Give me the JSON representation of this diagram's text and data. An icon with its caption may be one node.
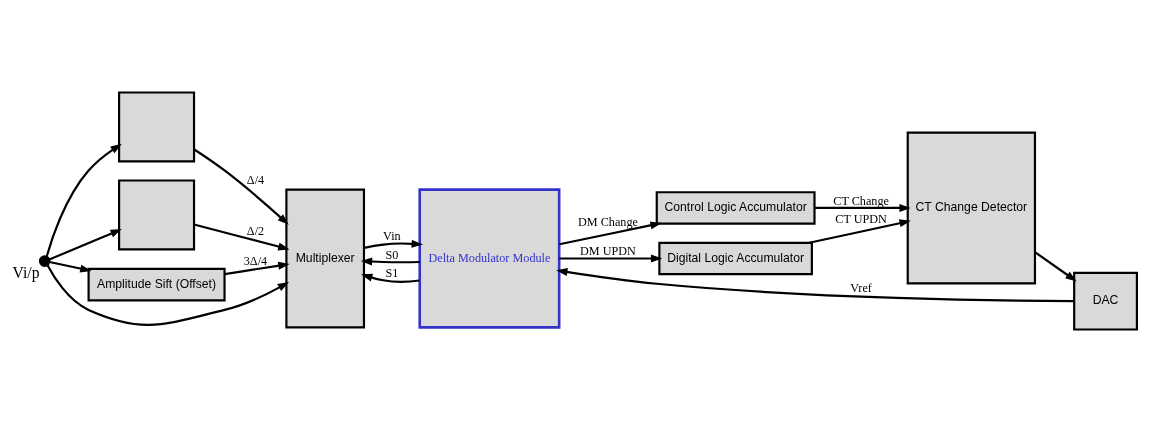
{
  "diagram": {
    "nodes": [
      {
        "text": [],
        "shape": "circle",
        "beside": [
          "Vi/p"
        ]
      },
      {
        "text": [],
        "shape": "box"
      },
      {
        "text": [],
        "shape": "box"
      },
      {
        "text": [
          "Amplitude Sift (Offset)"
        ]
      },
      {
        "text": [
          "Multiplexer"
        ]
      },
      {
        "text": [
          "Delta Modulator Module"
        ]
      },
      {
        "text": [
          "Control Logic Accumulator"
        ]
      },
      {
        "text": [
          "Digital Logic Accumulator"
        ]
      },
      {
        "text": [
          "CT Change Detector"
        ]
      },
      {
        "text": [
          "DAC"
        ]
      }
    ],
    "edges": [
      {
        "from": 0,
        "to": 4,
        "arrow": "to"
      },
      {
        "from": 0,
        "to": 1,
        "arrow": "to"
      },
      {
        "from": 0,
        "to": 2,
        "arrow": "to"
      },
      {
        "from": 0,
        "to": 3,
        "arrow": "to"
      },
      {
        "from": 1,
        "to": 4,
        "arrow": "to",
        "label": "Δ/4"
      },
      {
        "from": 2,
        "to": 4,
        "arrow": "to",
        "label": "Δ/2"
      },
      {
        "from": 3,
        "to": 4,
        "arrow": "to",
        "label": "3Δ/4"
      },
      {
        "from": 4,
        "to": 5,
        "arrow": "to",
        "label": "Vin"
      },
      {
        "from": 9,
        "to": 5,
        "arrow": "to",
        "label": "Vref"
      },
      {
        "from": 5,
        "to": 4,
        "arrow": "to",
        "label": "S0"
      },
      {
        "from": 5,
        "to": 4,
        "arrow": "to",
        "label": "S1"
      },
      {
        "from": 5,
        "to": 6,
        "arrow": "to",
        "label": "DM Change"
      },
      {
        "from": 6,
        "to": 8,
        "arrow": "to",
        "label": "CT Change"
      },
      {
        "from": 5,
        "to": 7,
        "arrow": "to",
        "label": "DM UPDN"
      },
      {
        "from": 7,
        "to": 8,
        "arrow": "to",
        "label": "CT UPDN"
      },
      {
        "from": 8,
        "to": 9,
        "arrow": "to"
      }
    ]
  }
}
